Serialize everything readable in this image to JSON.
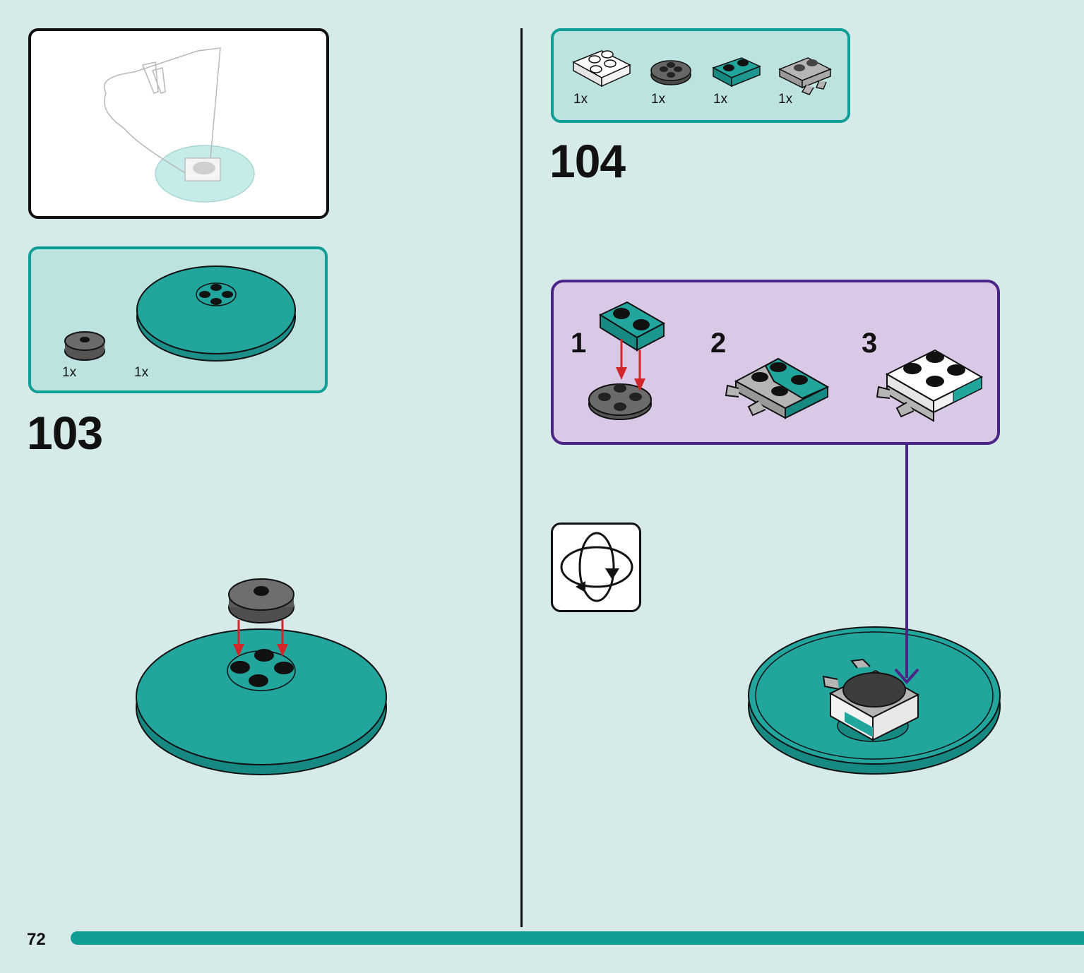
{
  "page_number": "72",
  "step_103": {
    "number": "103",
    "parts": [
      {
        "qty": "1x",
        "icon": "dark-gray-round-tile-2x2-icon"
      },
      {
        "qty": "1x",
        "icon": "teal-round-plate-large-icon"
      }
    ]
  },
  "step_104": {
    "number": "104",
    "parts": [
      {
        "qty": "1x",
        "icon": "white-plate-2x2-icon"
      },
      {
        "qty": "1x",
        "icon": "dark-gray-round-plate-2x2-icon"
      },
      {
        "qty": "1x",
        "icon": "teal-plate-1x2-icon"
      },
      {
        "qty": "1x",
        "icon": "gray-plate-with-clips-icon"
      }
    ],
    "sub_steps": [
      "1",
      "2",
      "3"
    ]
  },
  "icons": {
    "preview": "model-preview-icon",
    "rotate": "rotate-model-icon"
  },
  "colors": {
    "background": "#d5eae9",
    "teal": "#0f9e96",
    "parts_bg": "#bde3e1",
    "purple": "#4b2585",
    "sub_bg": "#d9c8e6",
    "arrow_red": "#d3262b"
  }
}
